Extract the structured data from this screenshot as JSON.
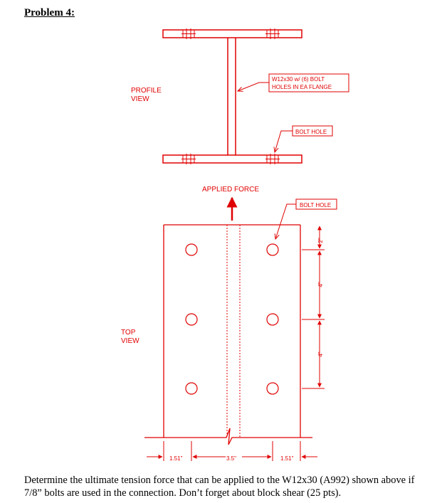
{
  "header": {
    "title": "Problem 4:"
  },
  "drawing": {
    "profile_label_1": "PROFILE",
    "profile_label_2": "VIEW",
    "top_label_1": "TOP",
    "top_label_2": "VIEW",
    "callout_section_1": "W12x30 w/ (6) BOLT",
    "callout_section_2": "HOLES IN EA FLANGE",
    "callout_bolt_hole_profile": "BOLT HOLE",
    "callout_bolt_hole_top": "BOLT HOLE",
    "applied_force": "APPLIED FORCE",
    "dim_spacing_top": "2\"",
    "dim_spacing_mid": "4\"",
    "dim_spacing_bottom": "4\"",
    "dim_edge_left": "1.51\"",
    "dim_gage": "3.5\"",
    "dim_edge_right": "1.51\"",
    "line_color": "#e00000"
  },
  "problem": {
    "line1": "Determine the ultimate tension force that can be applied to the W12x30 (A992) shown above if",
    "line2": "7/8” bolts are used in the connection.  Don’t forget about block shear (25 pts)."
  }
}
